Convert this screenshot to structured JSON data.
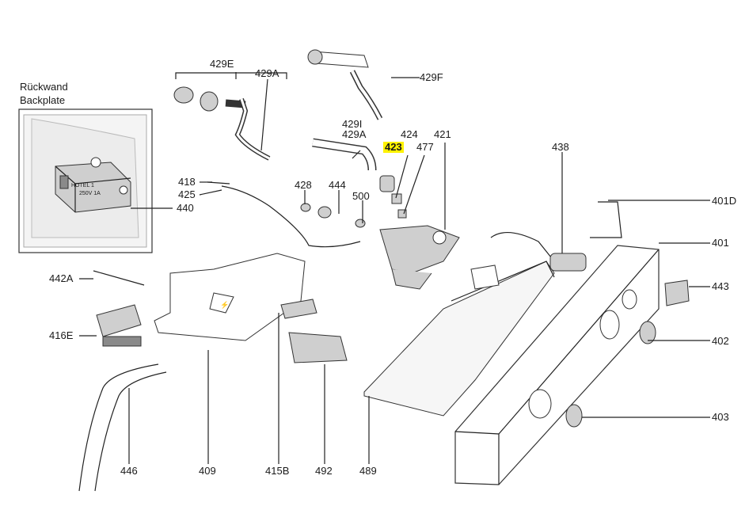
{
  "inset": {
    "title_line1": "Rückwand",
    "title_line2": "Backplate",
    "part_text1": "HOTEL 1",
    "part_text2": "250V 1A"
  },
  "labels": {
    "l429E": "429E",
    "l429A_top": "429A",
    "l429F": "429F",
    "l429I": "429I",
    "l429A_mid": "429A",
    "l424": "424",
    "l423": "423",
    "l477": "477",
    "l421": "421",
    "l438": "438",
    "l401D": "401D",
    "l401": "401",
    "l443": "443",
    "l402": "402",
    "l403": "403",
    "l418": "418",
    "l425": "425",
    "l440": "440",
    "l428": "428",
    "l444": "444",
    "l500": "500",
    "l442A": "442A",
    "l416E": "416E",
    "l446": "446",
    "l409": "409",
    "l415B": "415B",
    "l492": "492",
    "l489": "489"
  },
  "highlight": {
    "part": "423",
    "color": "#fff200"
  }
}
